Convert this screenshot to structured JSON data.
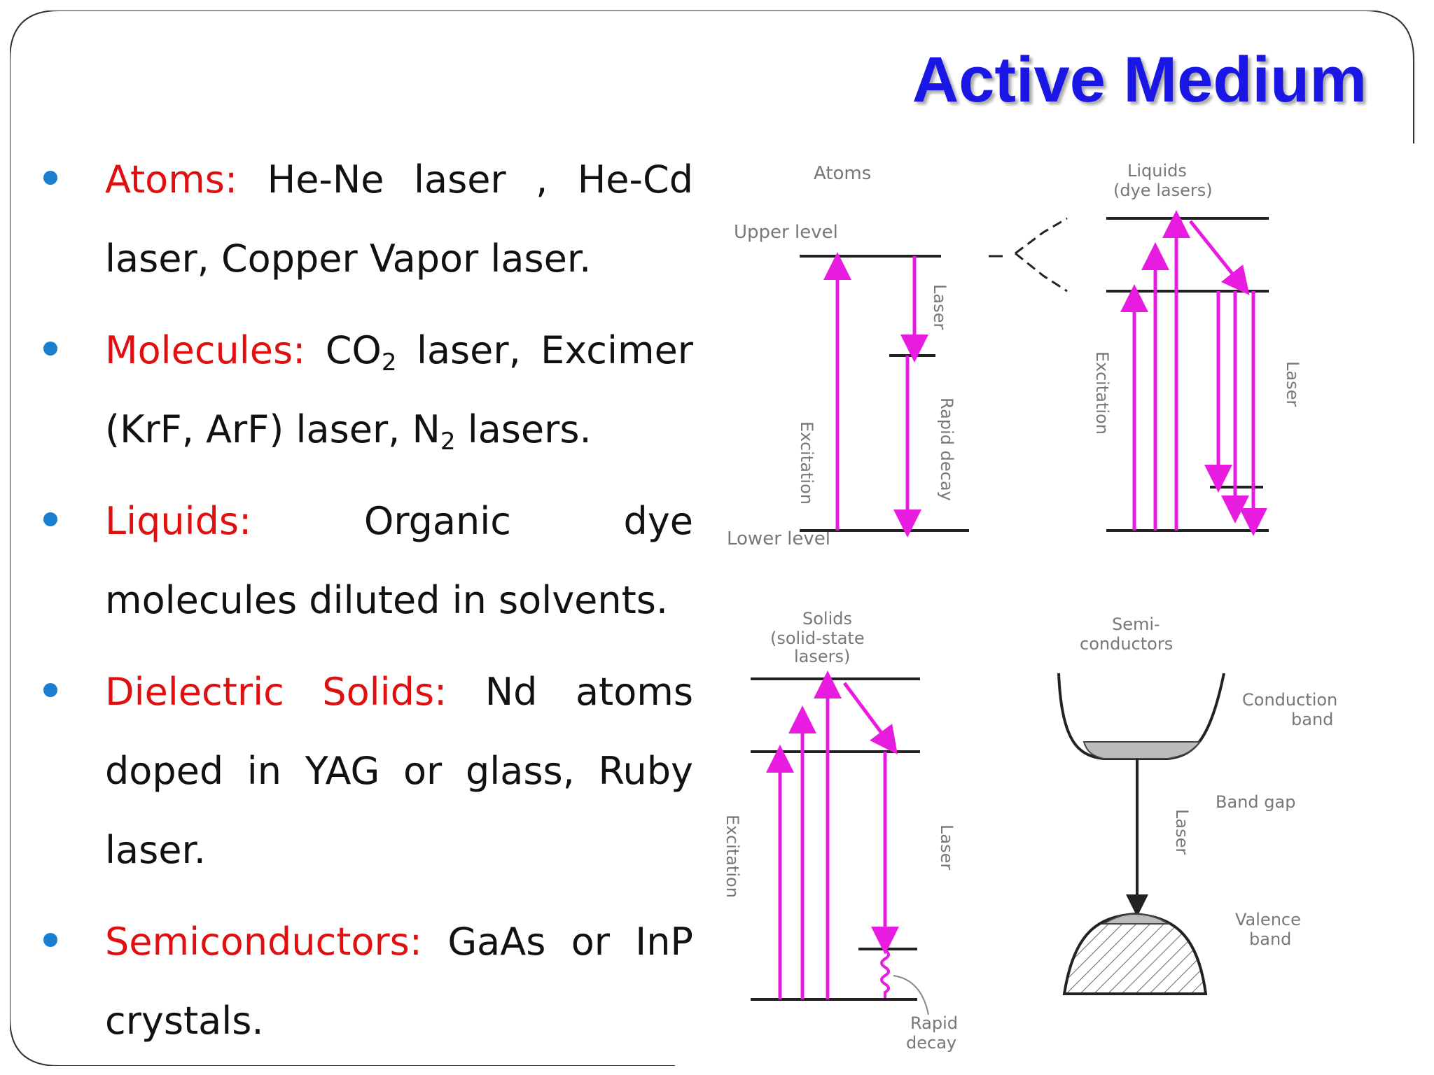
{
  "slide": {
    "title": "Active Medium"
  },
  "bullets": [
    {
      "term": "Atoms:",
      "text": " He-Ne laser , He-Cd laser, Copper Vapor laser."
    },
    {
      "term": "Molecules:",
      "text_a": " CO",
      "sub_a": "2",
      "text_b": " laser, Excimer (KrF, ArF) laser, N",
      "sub_b": "2",
      "text_c": " lasers."
    },
    {
      "term": "Liquids:",
      "text": " Organic dye molecules diluted in solvents."
    },
    {
      "term": "Dielectric Solids:",
      "text": " Nd atoms doped in YAG or glass, Ruby laser."
    },
    {
      "term": "Semiconductors:",
      "text": " GaAs or InP crystals."
    }
  ],
  "diagram": {
    "atoms": {
      "title": "Atoms",
      "upper": "Upper level",
      "lower": "Lower level",
      "excitation": "Excitation",
      "laser": "Laser",
      "decay": "Rapid decay"
    },
    "liquids": {
      "title_1": "Liquids",
      "title_2": "(dye lasers)",
      "excitation": "Excitation",
      "laser": "Laser"
    },
    "solids": {
      "title_1": "Solids",
      "title_2": "(solid-state",
      "title_3": "lasers)",
      "excitation": "Excitation",
      "laser": "Laser",
      "decay_1": "Rapid",
      "decay_2": "decay"
    },
    "semi": {
      "title_1": "Semi-",
      "title_2": "conductors",
      "conduction_1": "Conduction",
      "conduction_2": "band",
      "gap": "Band gap",
      "laser": "Laser",
      "valence_1": "Valence",
      "valence_2": "band"
    },
    "colors": {
      "arrow": "#e81ce0",
      "line": "#222222",
      "label": "#777777"
    }
  }
}
